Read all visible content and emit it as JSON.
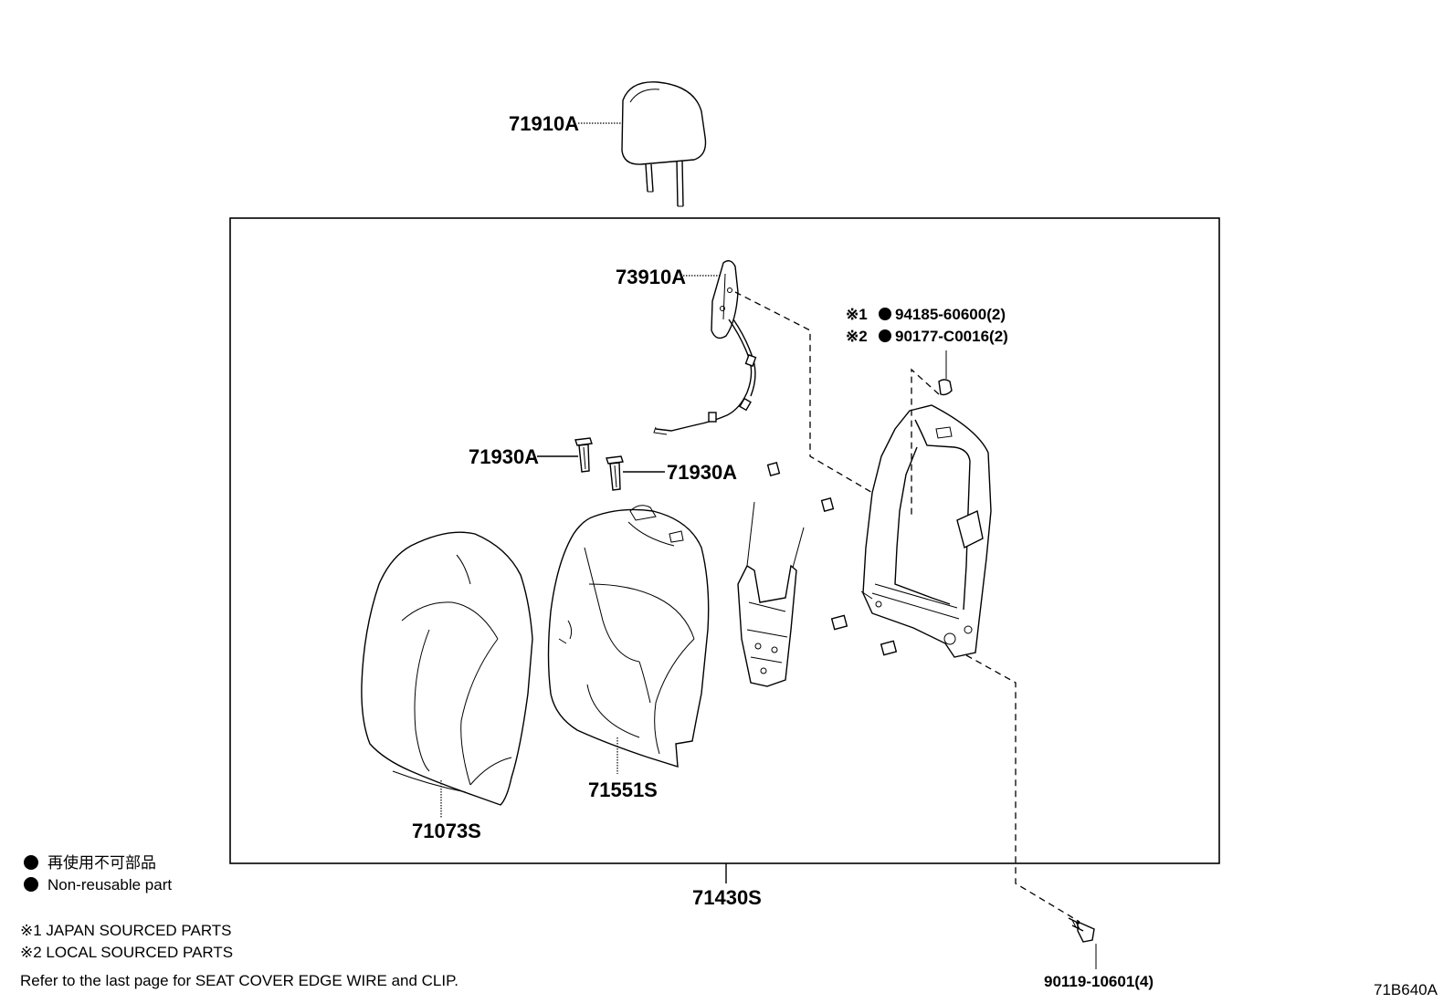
{
  "parts": {
    "headrest": "71910A",
    "headrest_guide_1": "71930A",
    "headrest_guide_2": "71930A",
    "seatback_pad": "71551S",
    "seatback_cover": "71073S",
    "seatback_assy": "71430S",
    "airbag": "73910A",
    "bolt": "90119-10601(4)"
  },
  "nuts": {
    "japan_mark": "※1",
    "japan_part": "94185-60600(2)",
    "local_mark": "※2",
    "local_part": "90177-C0016(2)"
  },
  "legend": {
    "non_reusable_jp": "再使用不可部品",
    "non_reusable_en": "Non-reusable part"
  },
  "notes": {
    "japan_sourced": "※1  JAPAN SOURCED PARTS",
    "local_sourced": "※2  LOCAL SOURCED PARTS",
    "refer": "Refer to the last page   for SEAT COVER EDGE WIRE and CLIP."
  },
  "diagram_code": "71B640A"
}
